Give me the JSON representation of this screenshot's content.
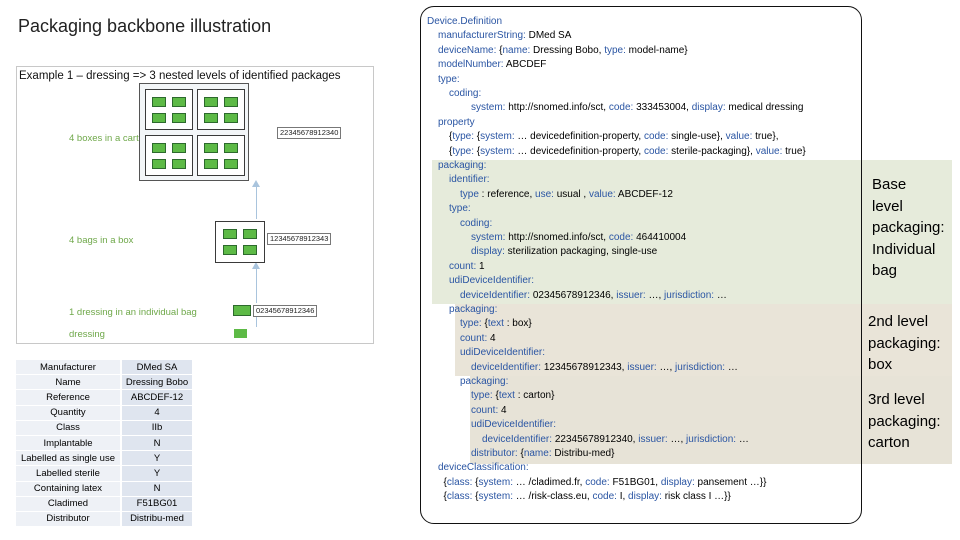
{
  "title": "Packaging backbone illustration",
  "illustration": {
    "header": "Example 1 – dressing => 3 nested levels of identified packages",
    "levels": [
      "4 boxes in a carton",
      "4 bags in a box",
      "1 dressing in an individual bag",
      "dressing"
    ],
    "barcodes": {
      "carton": "22345678912340",
      "box": "12345678912343",
      "bag": "02345678912346"
    },
    "colors": {
      "bag": "#5dba46",
      "arrow": "#a9c4dd",
      "label": "#6fa84a"
    }
  },
  "attributes": [
    {
      "key": "Manufacturer",
      "value": "DMed SA"
    },
    {
      "key": "Name",
      "value": "Dressing Bobo"
    },
    {
      "key": "Reference",
      "value": "ABCDEF-12"
    },
    {
      "key": "Quantity",
      "value": "4"
    },
    {
      "key": "Class",
      "value": "IIb"
    },
    {
      "key": "Implantable",
      "value": "N"
    },
    {
      "key": "Labelled as single use",
      "value": "Y"
    },
    {
      "key": "Labelled sterile",
      "value": "Y"
    },
    {
      "key": "Containing latex",
      "value": "N"
    },
    {
      "key": "Cladimed",
      "value": "F51BG01"
    },
    {
      "key": "Distributor",
      "value": "Distribu-med"
    }
  ],
  "code": {
    "lines": [
      {
        "indent": 0,
        "segments": [
          {
            "t": "Device.Definition",
            "k": true
          }
        ]
      },
      {
        "indent": 1,
        "segments": [
          {
            "t": "manufacturerString:",
            "k": true
          },
          {
            "t": " DMed SA"
          }
        ]
      },
      {
        "indent": 1,
        "segments": [
          {
            "t": "deviceName:",
            "k": true
          },
          {
            "t": " {"
          },
          {
            "t": "name:",
            "k": true
          },
          {
            "t": " Dressing Bobo, "
          },
          {
            "t": "type:",
            "k": true
          },
          {
            "t": " model-name}"
          }
        ]
      },
      {
        "indent": 1,
        "segments": [
          {
            "t": "modelNumber:",
            "k": true
          },
          {
            "t": " ABCDEF"
          }
        ]
      },
      {
        "indent": 1,
        "segments": [
          {
            "t": "type:",
            "k": true
          }
        ]
      },
      {
        "indent": 2,
        "segments": [
          {
            "t": "coding:",
            "k": true
          }
        ]
      },
      {
        "indent": 4,
        "segments": [
          {
            "t": "system:",
            "k": true
          },
          {
            "t": " http://snomed.info/sct, "
          },
          {
            "t": "code:",
            "k": true
          },
          {
            "t": " 333453004, "
          },
          {
            "t": "display:",
            "k": true
          },
          {
            "t": " medical dressing"
          }
        ]
      },
      {
        "indent": 1,
        "segments": [
          {
            "t": "property",
            "k": true
          }
        ]
      },
      {
        "indent": 2,
        "segments": [
          {
            "t": "{"
          },
          {
            "t": "type:",
            "k": true
          },
          {
            "t": " {"
          },
          {
            "t": "system:",
            "k": true
          },
          {
            "t": " … devicedefinition-property, "
          },
          {
            "t": "code:",
            "k": true
          },
          {
            "t": " single-use}, "
          },
          {
            "t": "value:",
            "k": true
          },
          {
            "t": " true},"
          }
        ]
      },
      {
        "indent": 2,
        "segments": [
          {
            "t": "{"
          },
          {
            "t": "type:",
            "k": true
          },
          {
            "t": " {"
          },
          {
            "t": "system:",
            "k": true
          },
          {
            "t": " … devicedefinition-property, "
          },
          {
            "t": "code:",
            "k": true
          },
          {
            "t": " sterile-packaging}, "
          },
          {
            "t": "value:",
            "k": true
          },
          {
            "t": " true}"
          }
        ]
      },
      {
        "indent": 1,
        "segments": [
          {
            "t": "packaging:",
            "k": true
          }
        ]
      },
      {
        "indent": 2,
        "segments": [
          {
            "t": "identifier:",
            "k": true
          }
        ]
      },
      {
        "indent": 3,
        "segments": [
          {
            "t": "type",
            "k": true
          },
          {
            "t": " : reference, "
          },
          {
            "t": "use:",
            "k": true
          },
          {
            "t": " usual , "
          },
          {
            "t": "value:",
            "k": true
          },
          {
            "t": " ABCDEF-12"
          }
        ]
      },
      {
        "indent": 2,
        "segments": [
          {
            "t": "type:",
            "k": true
          }
        ]
      },
      {
        "indent": 3,
        "segments": [
          {
            "t": "coding:",
            "k": true
          }
        ]
      },
      {
        "indent": 4,
        "segments": [
          {
            "t": "system:",
            "k": true
          },
          {
            "t": " http://snomed.info/sct, "
          },
          {
            "t": "code:",
            "k": true
          },
          {
            "t": " 464410004"
          }
        ]
      },
      {
        "indent": 4,
        "segments": [
          {
            "t": "display:",
            "k": true
          },
          {
            "t": " sterilization packaging, single-use"
          }
        ]
      },
      {
        "indent": 2,
        "segments": [
          {
            "t": "count:",
            "k": true
          },
          {
            "t": " 1"
          }
        ]
      },
      {
        "indent": 2,
        "segments": [
          {
            "t": "udiDeviceIdentifier:",
            "k": true
          }
        ]
      },
      {
        "indent": 3,
        "segments": [
          {
            "t": "deviceIdentifier:",
            "k": true
          },
          {
            "t": " 02345678912346, "
          },
          {
            "t": "issuer:",
            "k": true
          },
          {
            "t": " …, "
          },
          {
            "t": "jurisdiction:",
            "k": true
          },
          {
            "t": " …"
          }
        ]
      },
      {
        "indent": 2,
        "segments": [
          {
            "t": "packaging:",
            "k": true
          }
        ]
      },
      {
        "indent": 3,
        "segments": [
          {
            "t": "type:",
            "k": true
          },
          {
            "t": " {"
          },
          {
            "t": "text",
            "k": true
          },
          {
            "t": " : box}"
          }
        ]
      },
      {
        "indent": 3,
        "segments": [
          {
            "t": "count:",
            "k": true
          },
          {
            "t": " 4"
          }
        ]
      },
      {
        "indent": 3,
        "segments": [
          {
            "t": "udiDeviceIdentifier:",
            "k": true
          }
        ]
      },
      {
        "indent": 4,
        "segments": [
          {
            "t": "deviceIdentifier:",
            "k": true
          },
          {
            "t": " 12345678912343, "
          },
          {
            "t": "issuer:",
            "k": true
          },
          {
            "t": " …, "
          },
          {
            "t": "jurisdiction:",
            "k": true
          },
          {
            "t": " …"
          }
        ]
      },
      {
        "indent": 3,
        "segments": [
          {
            "t": "packaging:",
            "k": true
          }
        ]
      },
      {
        "indent": 4,
        "segments": [
          {
            "t": "type:",
            "k": true
          },
          {
            "t": " {"
          },
          {
            "t": "text",
            "k": true
          },
          {
            "t": " : carton}"
          }
        ]
      },
      {
        "indent": 4,
        "segments": [
          {
            "t": "count:",
            "k": true
          },
          {
            "t": " 4"
          }
        ]
      },
      {
        "indent": 4,
        "segments": [
          {
            "t": "udiDeviceIdentifier:",
            "k": true
          }
        ]
      },
      {
        "indent": 5,
        "segments": [
          {
            "t": "deviceIdentifier:",
            "k": true
          },
          {
            "t": " 22345678912340, "
          },
          {
            "t": "issuer:",
            "k": true
          },
          {
            "t": " …, "
          },
          {
            "t": "jurisdiction:",
            "k": true
          },
          {
            "t": " …"
          }
        ]
      },
      {
        "indent": 4,
        "segments": [
          {
            "t": "distributor:",
            "k": true
          },
          {
            "t": " {"
          },
          {
            "t": "name:",
            "k": true
          },
          {
            "t": " Distribu-med}"
          }
        ]
      },
      {
        "indent": 1,
        "segments": [
          {
            "t": "deviceClassification:",
            "k": true
          }
        ]
      },
      {
        "indent": 1.5,
        "segments": [
          {
            "t": "{"
          },
          {
            "t": "class:",
            "k": true
          },
          {
            "t": " {"
          },
          {
            "t": "system:",
            "k": true
          },
          {
            "t": " … /cladimed.fr, "
          },
          {
            "t": "code:",
            "k": true
          },
          {
            "t": " F51BG01, "
          },
          {
            "t": "display:",
            "k": true
          },
          {
            "t": " pansement …}}"
          }
        ]
      },
      {
        "indent": 1.5,
        "segments": [
          {
            "t": "{"
          },
          {
            "t": "class:",
            "k": true
          },
          {
            "t": " {"
          },
          {
            "t": "system:",
            "k": true
          },
          {
            "t": " … /risk-class.eu, "
          },
          {
            "t": "code:",
            "k": true
          },
          {
            "t": " I, "
          },
          {
            "t": "display:",
            "k": true
          },
          {
            "t": " risk class I …}}"
          }
        ]
      }
    ]
  },
  "side_labels": {
    "base": [
      "Base",
      "level",
      "packaging:",
      "Individual",
      "bag"
    ],
    "second": [
      "2nd level",
      "packaging:",
      "box"
    ],
    "third": [
      "3rd level",
      "packaging:",
      "carton"
    ]
  },
  "band_colors": {
    "base": "#e6ebdb",
    "box": "#e9e4d8",
    "carton": "#e7e3d7",
    "key": "#2a55a3"
  }
}
